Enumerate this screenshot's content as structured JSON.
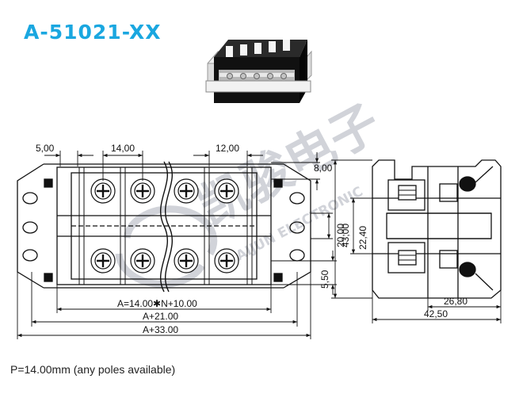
{
  "title": "A-51021-XX",
  "title_color": "#1aa7e0",
  "caption": "P=14.00mm (any poles available)",
  "watermark": {
    "chinese": "凯骏电子",
    "english": "KAIJUN ELECTRONIC",
    "logo_icon": "circular-arrow-logo-icon"
  },
  "dimensions": {
    "left_margin": "5,00",
    "pitch": "14,00",
    "right_gap": "12,00",
    "top_offset": "8,00",
    "screw_spacing": "20,00",
    "inner_height": "22,40",
    "total_height": "43,00",
    "bottom_offset": "5,50",
    "base_width": "26,80",
    "total_depth": "42,50",
    "length_a": "A=14.00✱N+10.00",
    "length_a21": "A+21.00",
    "length_a33": "A+33.00"
  },
  "photo": {
    "poles": 5,
    "icon": "terminal-block-photo-icon"
  }
}
